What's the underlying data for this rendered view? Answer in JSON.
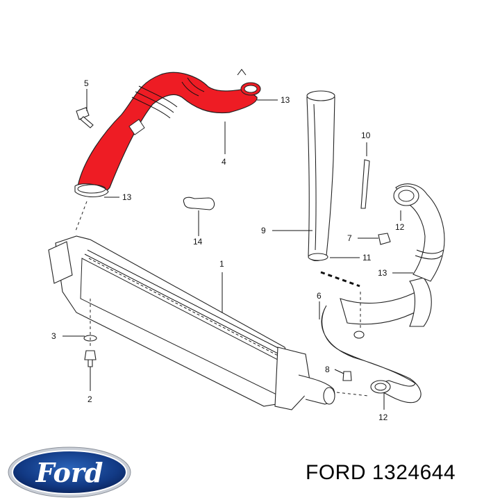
{
  "diagram": {
    "callouts": {
      "c1": "1",
      "c2": "2",
      "c3": "3",
      "c4": "4",
      "c5": "5",
      "c6": "6",
      "c7": "7",
      "c8": "8",
      "c9": "9",
      "c10": "10",
      "c11": "11",
      "c12a": "12",
      "c12b": "12",
      "c13a": "13",
      "c13b": "13",
      "c13c": "13",
      "c14": "14"
    },
    "highlight_color": "#ee1c24"
  },
  "footer": {
    "brand_logo_text": "Ford",
    "caption": "FORD 1324644"
  }
}
